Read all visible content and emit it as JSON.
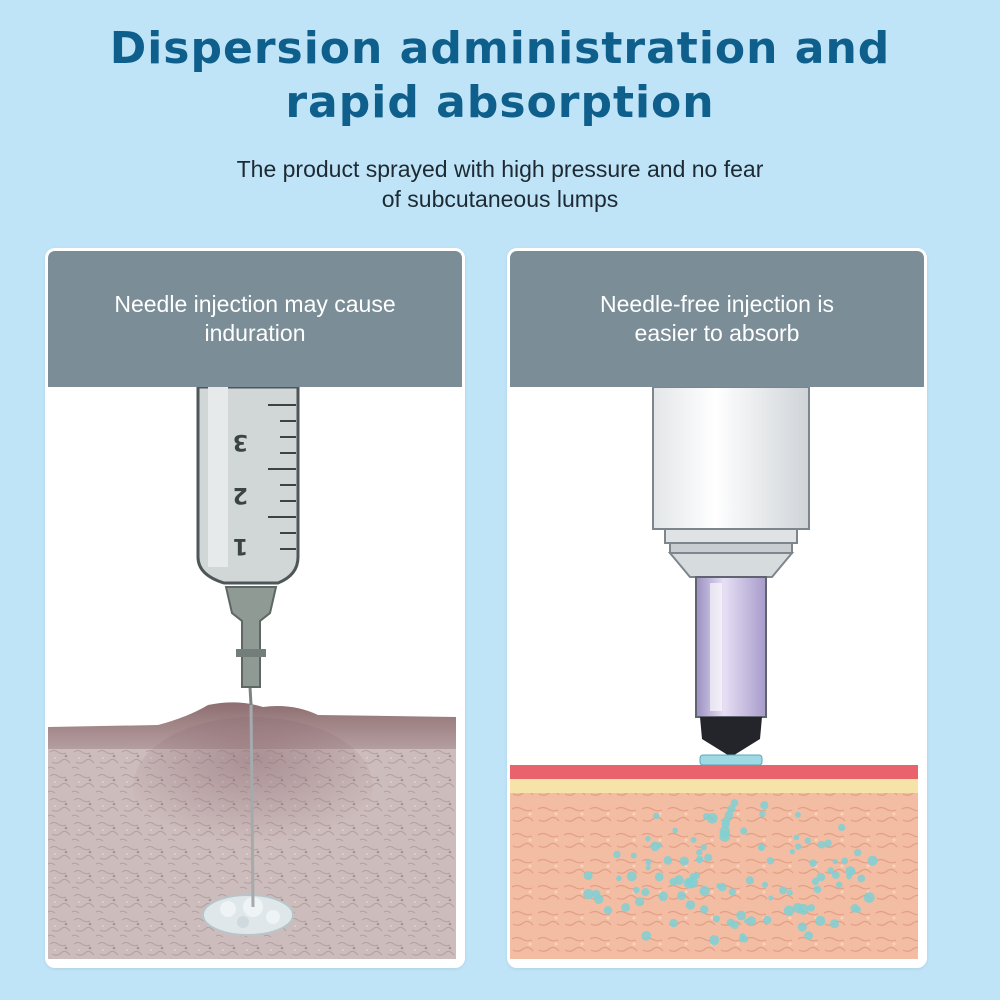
{
  "headline": {
    "line1": "Dispersion administration and",
    "line2": "rapid absorption"
  },
  "subheadline": {
    "line1": "The product sprayed with high pressure and no fear",
    "line2": "of subcutaneous lumps"
  },
  "cards": [
    {
      "caption_line1": "Needle injection may cause",
      "caption_line2": "induration",
      "scale_labels": [
        "3",
        "2",
        "1"
      ]
    },
    {
      "caption_line1": "Needle-free injection is",
      "caption_line2": "easier to absorb"
    }
  ],
  "colors": {
    "background": "#bfe3f7",
    "title": "#0e5f8c",
    "header": "#7b8d97",
    "skin_left": "#c9b7b7",
    "skin_right": "#f0b79d",
    "droplets": "#7fd0d4"
  },
  "icons": [
    "syringe-icon",
    "needle-free-injector-icon"
  ]
}
